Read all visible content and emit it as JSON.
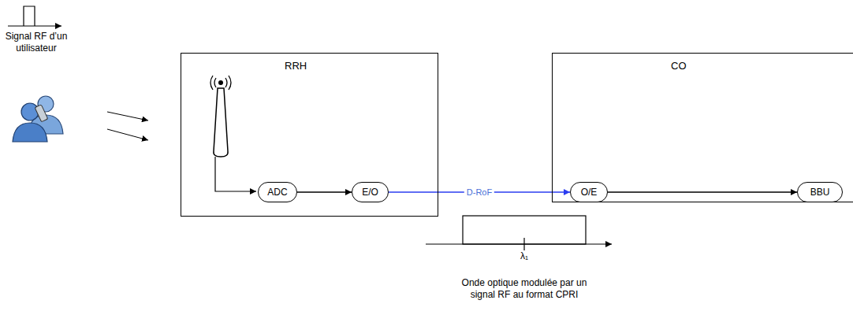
{
  "diagram": {
    "nodes": [
      {
        "text": [
          "RRH"
        ]
      },
      {
        "text": [
          "ADC"
        ],
        "in": 0
      },
      {
        "text": [
          "E/O"
        ],
        "in": 0
      },
      {
        "text": [
          "CO"
        ]
      },
      {
        "text": [
          "O/E"
        ],
        "in": 3
      },
      {
        "text": [
          "BBU"
        ],
        "in": 3
      }
    ],
    "edges": [
      {
        "from": 1,
        "to": 2,
        "arrow": "to"
      },
      {
        "from": 2,
        "to": 4,
        "label": "D-RoF",
        "arrow": "to"
      },
      {
        "from": 4,
        "to": 5,
        "arrow": "to"
      }
    ],
    "labels": [
      "Signal RF d’un utilisateur",
      "λ₁",
      "Onde optique modulée par un signal RF au format CPRI"
    ]
  }
}
